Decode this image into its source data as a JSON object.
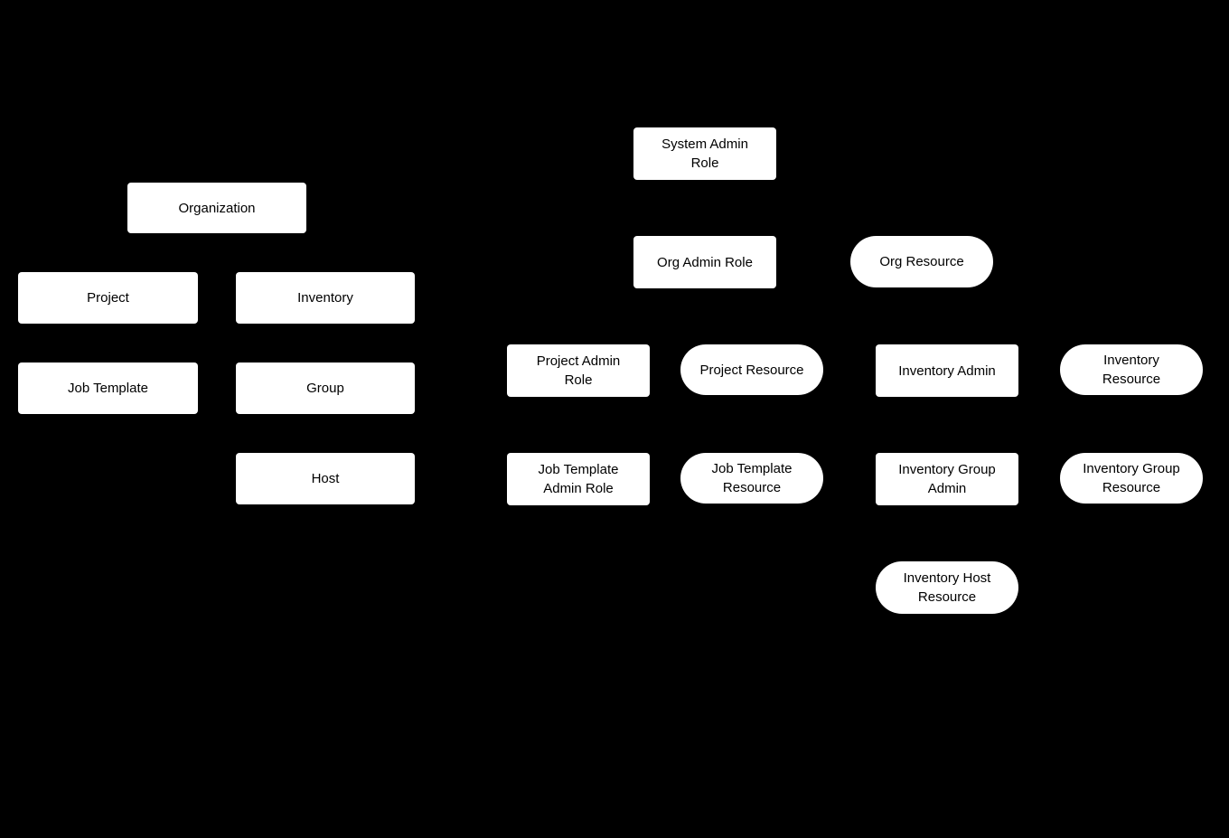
{
  "diagram": {
    "description": "Role-based access control diagram linking organization objects to admin roles and resources",
    "colors": {
      "background": "#000000",
      "node_fill": "#ffffff",
      "node_text": "#000000"
    },
    "nodes": [
      {
        "id": "organization",
        "label": "Organization",
        "shape": "rectangle"
      },
      {
        "id": "project",
        "label": "Project",
        "shape": "rectangle"
      },
      {
        "id": "inventory",
        "label": "Inventory",
        "shape": "rectangle"
      },
      {
        "id": "job-template",
        "label": "Job Template",
        "shape": "rectangle"
      },
      {
        "id": "group",
        "label": "Group",
        "shape": "rectangle"
      },
      {
        "id": "host",
        "label": "Host",
        "shape": "rectangle"
      },
      {
        "id": "system-admin-role",
        "label": "System Admin\nRole",
        "shape": "rectangle"
      },
      {
        "id": "org-admin-role",
        "label": "Org Admin Role",
        "shape": "rectangle"
      },
      {
        "id": "org-resource",
        "label": "Org Resource",
        "shape": "stadium"
      },
      {
        "id": "project-admin-role",
        "label": "Project Admin\nRole",
        "shape": "rectangle"
      },
      {
        "id": "project-resource",
        "label": "Project Resource",
        "shape": "stadium"
      },
      {
        "id": "inventory-admin",
        "label": "Inventory Admin",
        "shape": "rectangle"
      },
      {
        "id": "inventory-resource",
        "label": "Inventory\nResource",
        "shape": "stadium"
      },
      {
        "id": "job-template-admin-role",
        "label": "Job Template\nAdmin Role",
        "shape": "rectangle"
      },
      {
        "id": "job-template-resource",
        "label": "Job Template\nResource",
        "shape": "stadium"
      },
      {
        "id": "inventory-group-admin",
        "label": "Inventory Group\nAdmin",
        "shape": "rectangle"
      },
      {
        "id": "inventory-group-resource",
        "label": "Inventory Group\nResource",
        "shape": "stadium"
      },
      {
        "id": "inventory-host-resource",
        "label": "Inventory Host\nResource",
        "shape": "stadium"
      }
    ]
  }
}
